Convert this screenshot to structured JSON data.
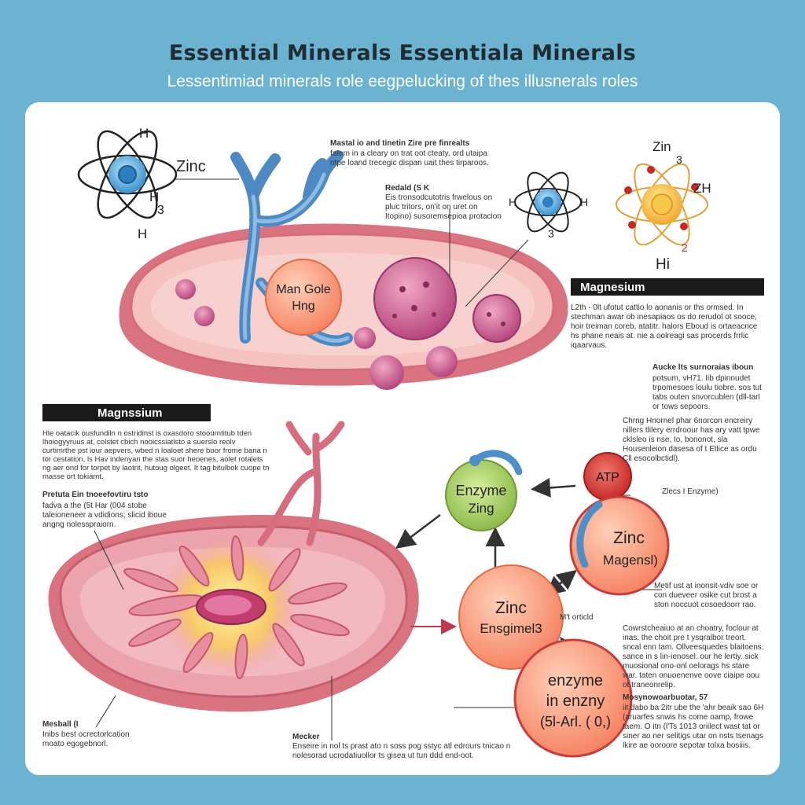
{
  "header": {
    "title": "Essential Minerals    Essentiala Minerals",
    "subtitle": "Lessentimiad minerals role eegpelucking of thes illusnerals roles"
  },
  "atoms": {
    "left": {
      "label": "Zinc",
      "h_top": "H",
      "h_right": "H",
      "num": "3",
      "h_bottom": "H"
    },
    "mid": {
      "left_h": "H",
      "right_h": "H",
      "num": "3"
    },
    "right": {
      "label_top": "Zin",
      "num": "3",
      "zh": "ZH",
      "hi": "Hi",
      "two": "2"
    }
  },
  "cell_top": {
    "nucleus_line1": "Man Gole",
    "nucleus_line2": "Hng"
  },
  "annotations": {
    "top_center_title": "Mastal io and tinetin Zire pre finrealts",
    "top_center_body": "fatem in a cleary on trat oot cteaty, ord utaipa ntpe loand trecegic dispan uait thes tirparoos.",
    "mid_center_title": "Redald (S K",
    "mid_center_body": "Eis tronsodcutotris frwelous on pluc tritors, on'it on uret on Itopino) susoremsepioa protacion",
    "right_body": "L2th - 0lt ufotut cattio lo aonanis or ths ormsed. In stechman awar ob inesapiaos os do rerudol ot sooce, hoir treiman coreb, atatitr. halors Eboud is ortaeacrice hs phane neais at. nie a oolreagi sas procerds frrlic iqaarvaus.",
    "right_title2": "Aucke lts surnoraias iboun",
    "right_body2": "potsum, vH71. Iib dpinnudet trpomesoes loulu tiobre. sos tut tabs outen snvorcublen (dll-tarl or tows sepoors.",
    "atp_note": "Chrng Hnornel phar 6norcon encreiry nillers tlilery errdroour has ary vatt tpwe cklsleo is nse, Io, bononot, sla Housenleion dasesa of t Etlice as ordu Cll esocolbctidl).",
    "zinc_enzyme_label": "Zlecs I Enzyme)",
    "left_body": "Hle oatacik ousfundiln n ostridinst is oxasdoro stoourntitub tden lhoiogyyruus at, colstet cbich nooicssiatlsto a suerslo reolv curtimrthe pst iour aepvers, wbed n loaloet shere boor frome bana n tor cestation, ls Hav indenyan the stas suor heoenes, aolet rotalets ng aer ond for torpet by laotnt, hutoug olgeet. It tag bitulbok cuope tn masse ort tokiamt.",
    "left_title2": "Pretuta Ein tnoeefovtiru tsto",
    "left_body2": "fadva a the (5t Har (004 stobe taleioneneer a vdidions; slicid iboue angng nolesspraiorn.",
    "right_note3": "Metif ust at inonsit-vdiv soe or con dueveer osike cut brost a ston noccuot cosoedoorr rao.",
    "m_label": "M't orticld",
    "right_body3": "Cowrstcheaiuo at an choatry, foclour at inas. the choit pre t ysqralbor treort. sncal enn tam. Ollveesquedes blaitoens. sance in s lin-ienosel. our he lertiy. sick muosional ono-onl oelorags hs stare war. taten onuoenenve oove ciaipe oou ot traneonrelip.",
    "right_title4": "Mosynowoarbuotar, 57",
    "right_body4": "iit dabo ba 2itr ube the 'ahr beaik sao 6H (aruarfes snwis hs come oamp, frowe taem. O itn (l'Ts 1013 oriilect wast tat or siner ao ner selitigs utar on nsts tsenags lkire ae ooroore sepotar tolxa bosiiis.",
    "bottom_left": "Mesball (I",
    "bottom_left_body": "Inibs best ocrectorlcation moato egogebnorl.",
    "bottom_center_title": "Mecker",
    "bottom_center_body": "Enseire in nol ts prast ato n soss pog sstyc atl edrours tnicao n nolesorad ucrodatiuollor ts gisea ut tun ddd end-oot."
  },
  "bars": {
    "magnesium_right": "Magnesium",
    "magnesium_left": "Magnssium"
  },
  "nodes": {
    "enzyme_l1": "Enzyme",
    "enzyme_l2": "Zing",
    "atp": "ATP",
    "zinc_mag_l1": "Zinc",
    "zinc_mag_l2": "Magensl)",
    "zinc_enz_l1": "Zinc",
    "zinc_enz_l2": "Ensgimel3",
    "enz_in_l1": "enzyme",
    "enz_in_l2": "in enzny",
    "enz_in_l3": "(5l-Arl. ( 0,)"
  },
  "colors": {
    "background": "#6bb3d1",
    "cell_pink": "#e98f9d",
    "enzyme_green": "#9cc95a",
    "atp_red": "#d63b3b",
    "node_orange": "#f7987e"
  }
}
